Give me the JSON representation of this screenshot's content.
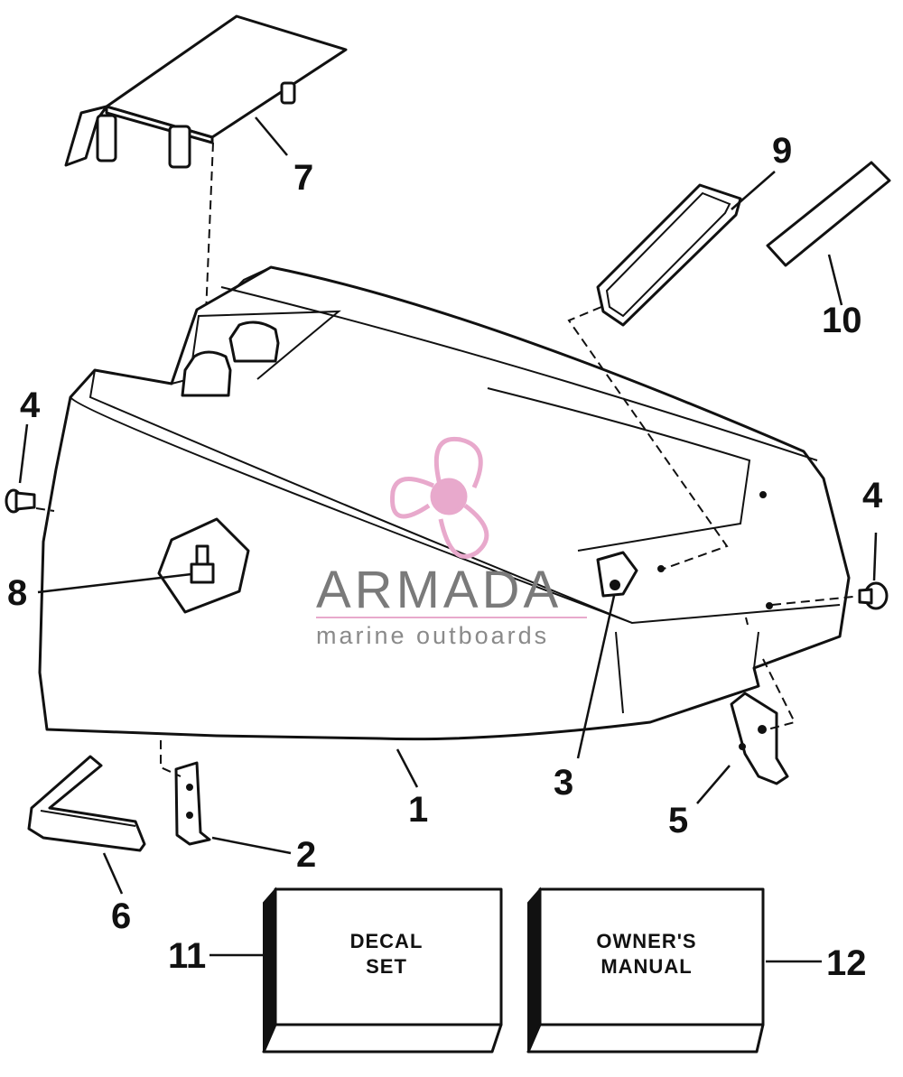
{
  "callouts": {
    "c1": "1",
    "c2": "2",
    "c3": "3",
    "c4_left": "4",
    "c4_right": "4",
    "c5": "5",
    "c6": "6",
    "c7": "7",
    "c8": "8",
    "c9": "9",
    "c10": "10",
    "c11": "11",
    "c12": "12"
  },
  "boxes": {
    "decal_line1": "DECAL",
    "decal_line2": "SET",
    "manual_line1": "OWNER'S",
    "manual_line2": "MANUAL"
  },
  "watermark": {
    "title": "ARMADA",
    "subtitle": "marine outboards",
    "logo_color": "#e8a9cc",
    "text_color": "#7a7a7a"
  }
}
